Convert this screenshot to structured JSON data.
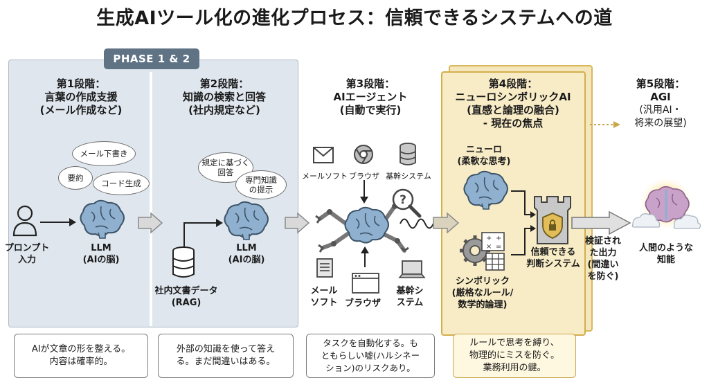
{
  "title": "生成AIツール化の進化プロセス：信頼できるシステムへの道",
  "phase_tab": "PHASE 1 & 2",
  "stage1": {
    "heading": "第1段階：",
    "name": "言葉の作成支援",
    "sub": "(メール作成など)",
    "bubble_draft": "メール下書き",
    "bubble_summary": "要約",
    "bubble_code": "コード生成",
    "user_label_1": "プロンプト",
    "user_label_2": "入力",
    "llm_label": "LLM",
    "llm_sub": "(AIの脳)",
    "note": "AIが文章の形を整える。\n内容は確率的。"
  },
  "stage2": {
    "heading": "第2段階：",
    "name": "知識の検索と回答",
    "sub": "(社内規定など)",
    "bubble_rule": "規定に基づく\n回答",
    "bubble_expert": "専門知識\nの提示",
    "db_label_1": "社内文書データ",
    "db_label_2": "(RAG)",
    "llm_label": "LLM",
    "llm_sub": "(AIの脳)",
    "note": "外部の知識を使って答え\nる。まだ間違いはある。"
  },
  "stage3": {
    "heading": "第3段階：",
    "name": "AIエージェント",
    "sub": "(自動で実行)",
    "top_mail": "メールソフト",
    "top_browser": "ブラウザ",
    "top_system": "基幹システム",
    "bottom_mail": "メール\nソフト",
    "bottom_browser": "ブラウザ",
    "bottom_system": "基幹シ\nステム",
    "note": "タスクを自動化する。も\nともらしい嘘(ハルシネー\nション)のリスクあり。"
  },
  "stage4": {
    "heading": "第4段階：",
    "name": "ニューロシンボリックAI",
    "sub": "(直感と論理の融合)",
    "focus": "- 現在の焦点",
    "neuro": "ニューロ",
    "neuro_sub": "(柔軟な思考)",
    "symbolic": "シンボリック",
    "symbolic_sub_1": "(厳格なルール/",
    "symbolic_sub_2": "数学的論理)",
    "trust_1": "信頼できる",
    "trust_2": "判断システム",
    "note": "ルールで思考を縛り、\n物理的にミスを防ぐ。\n業務利用の鍵。"
  },
  "output_label": "検証され\nた出力\n(間違い\nを防ぐ)",
  "stage5": {
    "heading": "第5段階：",
    "name": "AGI",
    "sub_1": "(汎用AI・",
    "sub_2": "将来の展望)",
    "human_1": "人間のような",
    "human_2": "知能"
  },
  "colors": {
    "panel_blue": "#dfe6ee",
    "panel_gold": "#f8ecc6",
    "brain_blue": "#8fb0cf",
    "arrow_fill": "#d9d9d9"
  }
}
